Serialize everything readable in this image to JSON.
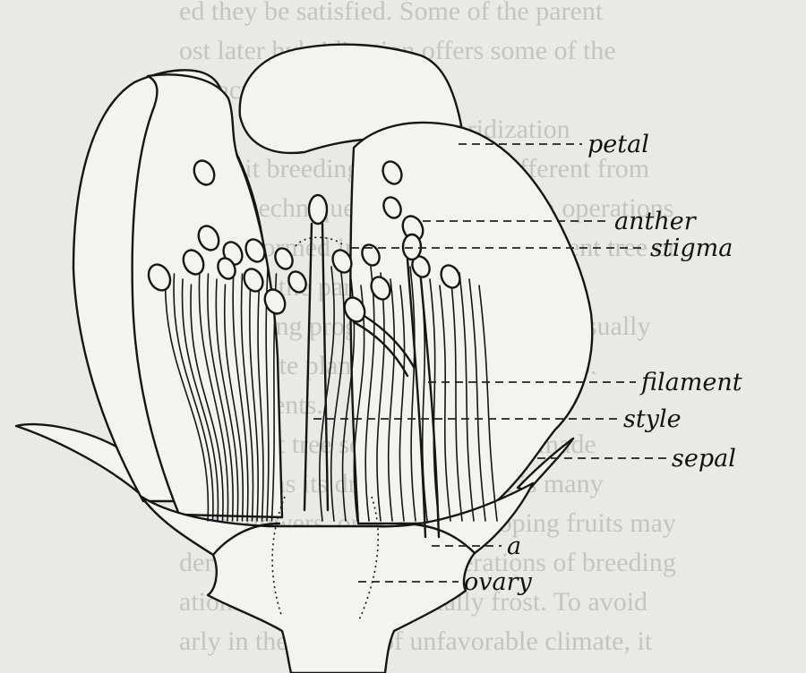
{
  "background_text": [
    "ed they be satisfied. Some of the parent",
    "ost later hybridization offers some of the",
    "r practically impossible.",
    "Hybridization",
    "ne-fruit breeding is generally different from",
    "use of technique. Cross-pollination operations",
    "are performed in the field on the parent tree or",
    "eaten, or the parts are kept from the",
    "of breeding program. Plant breeders usually",
    "manipulate plants to obtain their goals.",
    "d the parents.",
    "y a parent tree selection which is made",
    "d. This has its drawbacks but it is many",
    "buds, flowers, or young developing fruits may",
    "der such conditions the operations of breeding",
    "ations in weather; especially frost. To avoid",
    "arly in the regions of unfavorable climate, it"
  ],
  "labels": {
    "petal": "petal",
    "anther": "anther",
    "stigma": "stigma",
    "filament": "filament",
    "style": "style",
    "sepal": "sepal",
    "a": "a",
    "ovary": "ovary"
  }
}
